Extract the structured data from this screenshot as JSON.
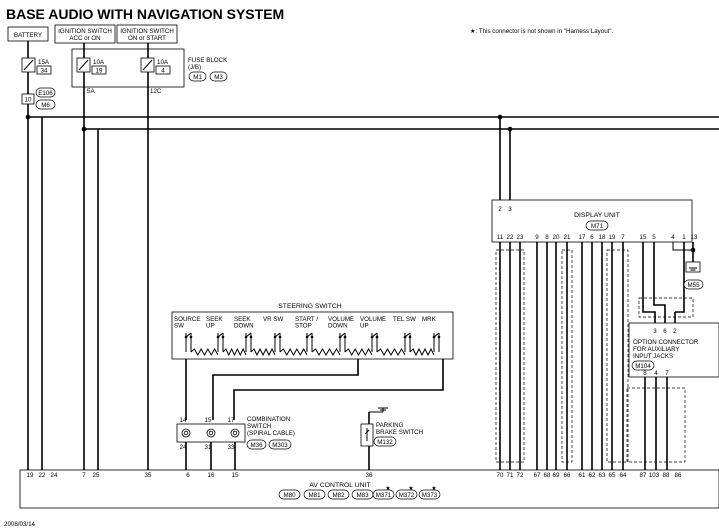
{
  "title": "BASE AUDIO WITH NAVIGATION SYSTEM",
  "note": "★: This connector is not shown in \"Harness Layout\".",
  "date": "2008/03/14",
  "power_sources": {
    "battery": "BATTERY",
    "ign_acc": [
      "IGNITION SWITCH",
      "ACC or ON"
    ],
    "ign_on": [
      "IGNITION SWITCH",
      "ON or START"
    ]
  },
  "fuses": [
    {
      "amp": "15A",
      "num": "34"
    },
    {
      "amp": "10A",
      "num": "19"
    },
    {
      "amp": "10A",
      "num": "4"
    }
  ],
  "fuse_block": {
    "label": [
      "FUSE BLOCK",
      "(J/B)"
    ],
    "connectors": [
      "M1",
      "M3"
    ],
    "pins": [
      "5A",
      "12C"
    ]
  },
  "fusible_link": {
    "pin": "10",
    "connectors": [
      "E106",
      "M6"
    ]
  },
  "display_unit": {
    "label": "DISPLAY UNIT",
    "connector": "M71",
    "top_pins": [
      "2",
      "3"
    ],
    "pins": [
      "11",
      "22",
      "23",
      "9",
      "8",
      "20",
      "21",
      "17",
      "6",
      "18",
      "19",
      "7",
      "15",
      "5",
      "4",
      "1",
      "13"
    ],
    "bottom_pins": [
      "70",
      "71",
      "72",
      "67",
      "68",
      "69",
      "66",
      "61",
      "62",
      "63",
      "65",
      "64",
      "87",
      "103",
      "88",
      "86"
    ]
  },
  "ground_connector": "M55",
  "option_connector": {
    "label": [
      "OPTION CONNECTOR",
      "FOR AUXILIARY",
      "INPUT JACKS"
    ],
    "connector": "M104",
    "top_pins": [
      "3",
      "6",
      "2"
    ],
    "bottom_pins": [
      "8",
      "4",
      "7"
    ]
  },
  "steering_switch": {
    "label": "STEERING SWITCH",
    "switches": [
      [
        "SOURCE",
        "SW"
      ],
      [
        "SEEK",
        "UP"
      ],
      [
        "SEEK",
        "DOWN"
      ],
      [
        "VR SW"
      ],
      [
        "START /",
        "STOP"
      ],
      [
        "VOLUME",
        "DOWN"
      ],
      [
        "VOLUME",
        "UP"
      ],
      [
        "TEL SW"
      ],
      [
        "MRK"
      ]
    ]
  },
  "combination_switch": {
    "label": [
      "COMBINATION",
      "SWITCH",
      "(SPIRAL CABLE)"
    ],
    "top_pins": [
      "14",
      "15",
      "17"
    ],
    "bottom_pins": [
      "24",
      "31",
      "33"
    ],
    "connectors": [
      "M36",
      "M303"
    ]
  },
  "parking_brake": {
    "label": [
      "PARKING",
      "BRAKE SWITCH"
    ],
    "connector": "M132"
  },
  "av_control_unit": {
    "label": "AV CONTROL UNIT",
    "pins_left": [
      "19",
      "22",
      "24",
      "7",
      "25",
      "35",
      "6",
      "16",
      "15",
      "36"
    ],
    "connectors": [
      "M80",
      "M81",
      "M82",
      "M83",
      "M371",
      "M372",
      "M373"
    ],
    "starred": [
      "M371",
      "M372",
      "M373"
    ]
  }
}
